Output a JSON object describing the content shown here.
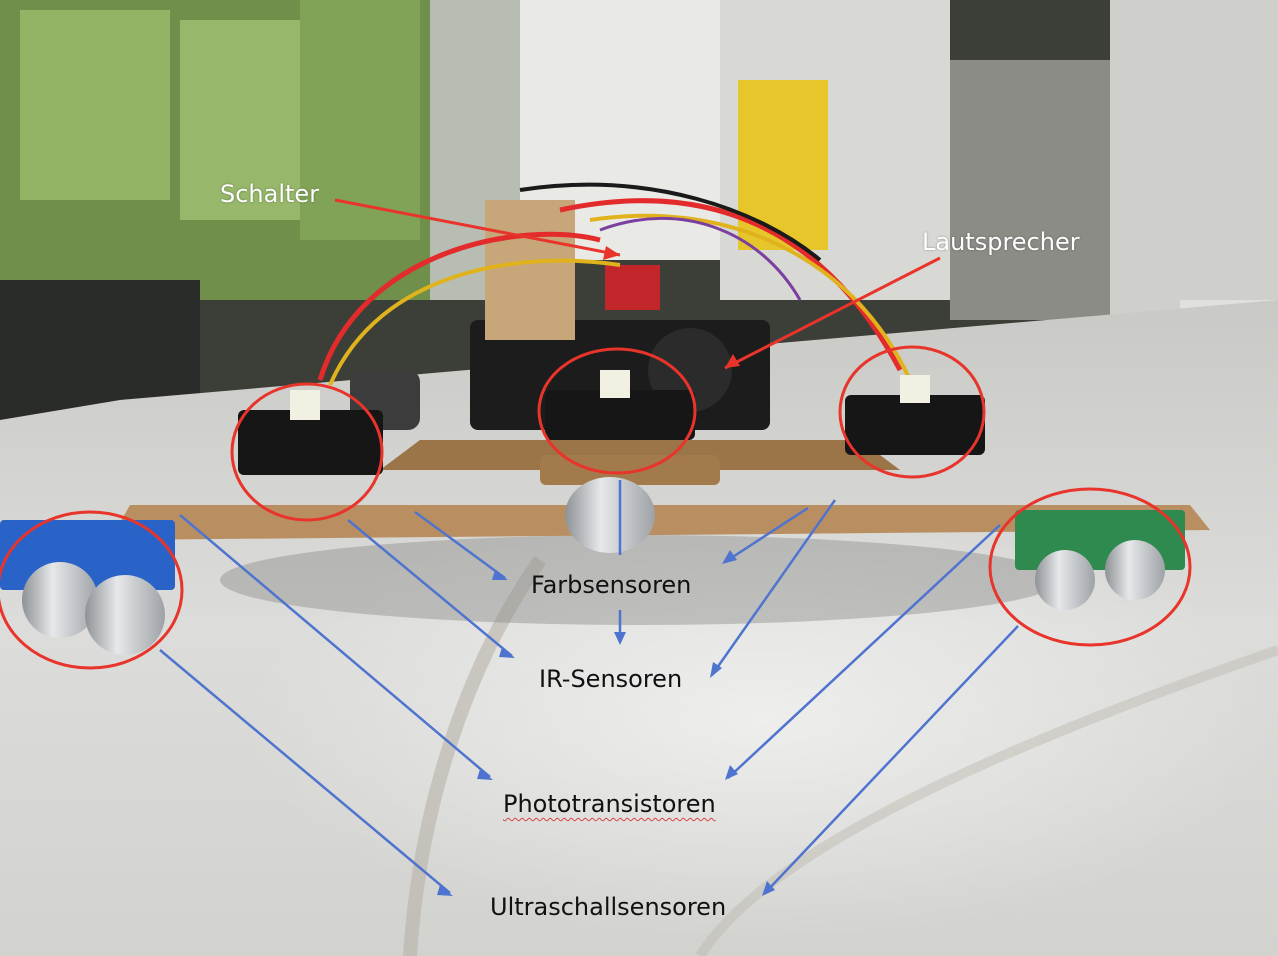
{
  "labels": {
    "schalter": "Schalter",
    "lautsprecher": "Lautsprecher",
    "farbsensoren": "Farbsensoren",
    "ir_sensoren": "IR-Sensoren",
    "phototransistoren": "Phototransistoren",
    "ultraschallsensoren": "Ultraschallsensoren"
  },
  "colors": {
    "annotation_red": "#e8342a",
    "annotation_blue": "#4f74cf",
    "spellcheck_underline": "#d64545"
  }
}
